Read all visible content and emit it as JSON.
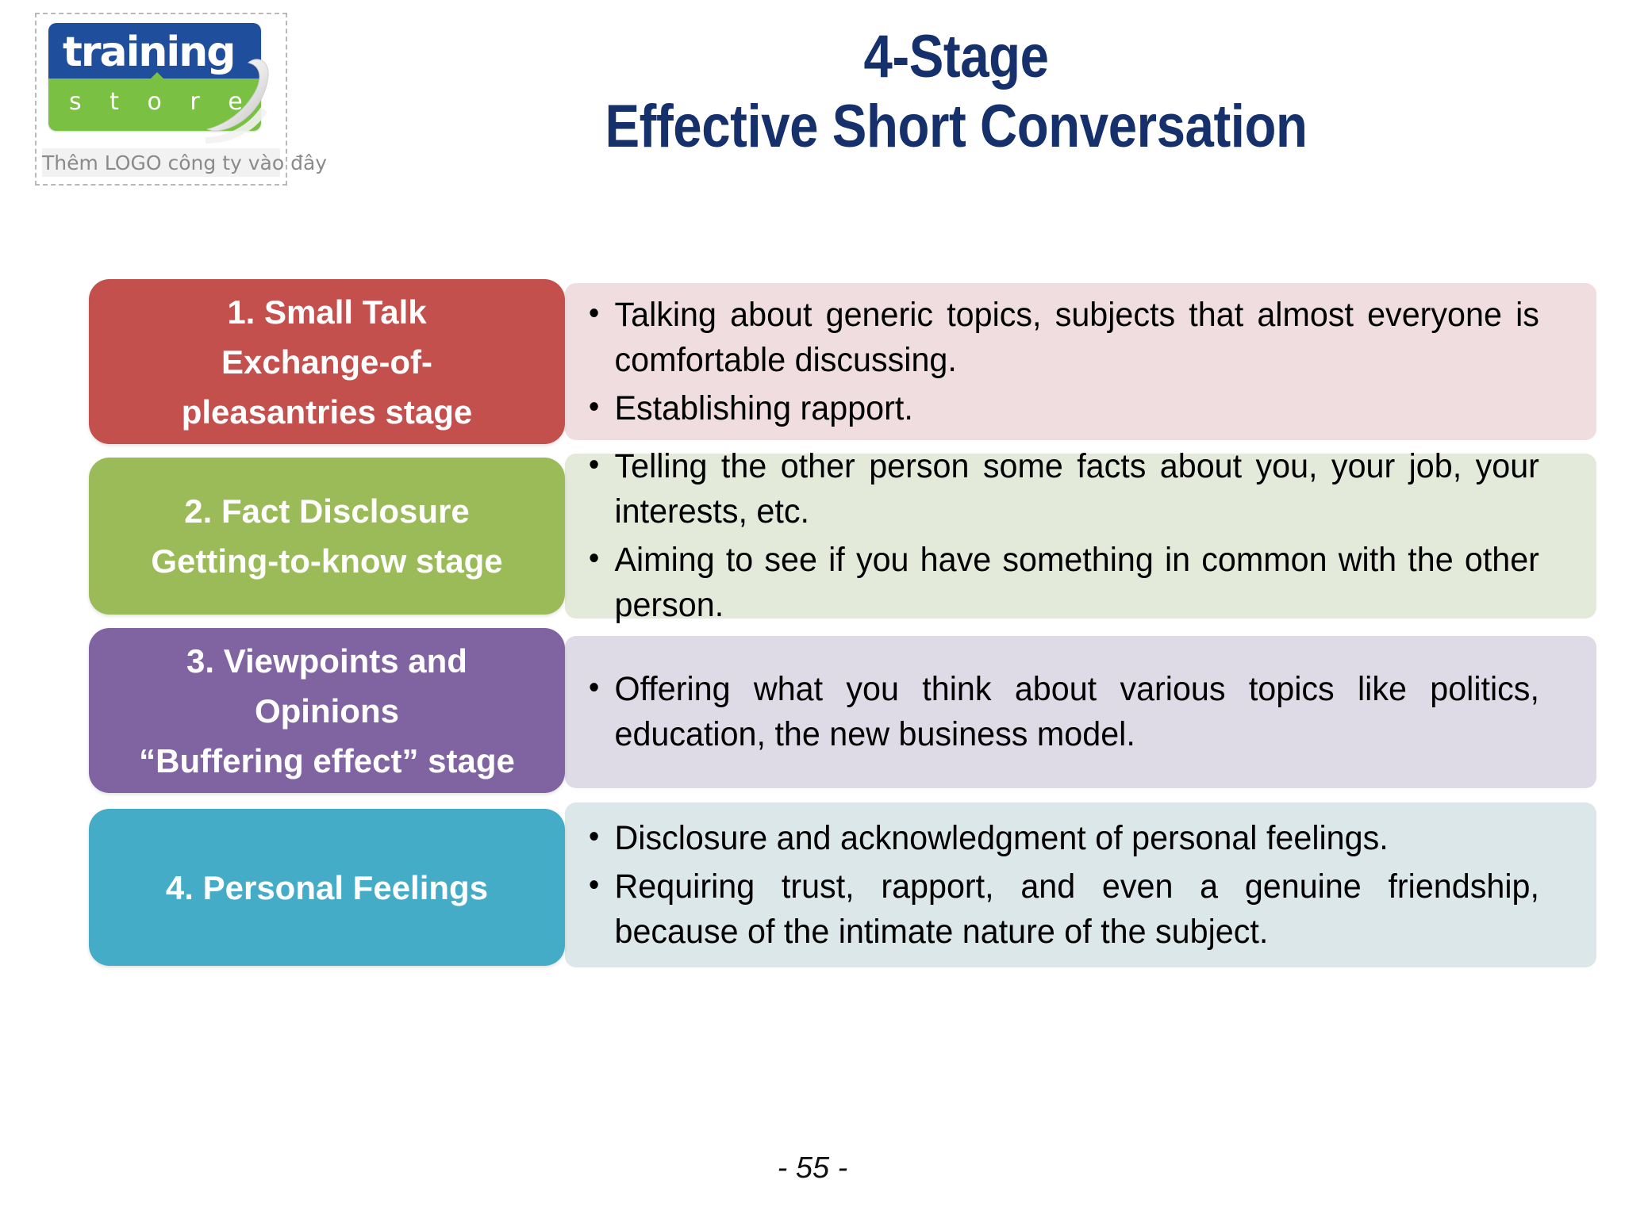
{
  "logo": {
    "word_top": "training",
    "word_bottom": "s t o r e",
    "caption": "Thêm LOGO công ty vào đây",
    "colors": {
      "blue": "#1F4E9C",
      "green": "#7AC143"
    }
  },
  "title": {
    "line1": "4-Stage",
    "line2": "Effective Short Conversation",
    "color": "#15306B"
  },
  "rows": [
    {
      "badge_label": "1. Small Talk\nExchange-of-\npleasantries stage",
      "badge_lines": [
        "1. Small Talk",
        "Exchange-of-",
        "pleasantries stage"
      ],
      "badge_color": "#C4504E",
      "panel_color": "#F0DDDF",
      "bullets": [
        "Talking about   generic topics, subjects that almost everyone is comfortable discussing.",
        "Establishing rapport."
      ]
    },
    {
      "badge_label": "2. Fact Disclosure\nGetting-to-know stage",
      "badge_lines": [
        "2. Fact Disclosure",
        "Getting-to-know stage"
      ],
      "badge_color": "#9BBB59",
      "panel_color": "#E4EADA",
      "bullets": [
        "Telling the other person some facts about you, your job, your interests, etc.",
        "Aiming to see if you have something in common with the other person."
      ]
    },
    {
      "badge_label": "3. Viewpoints and\nOpinions\n“Buffering effect” stage",
      "badge_lines": [
        "3. Viewpoints and",
        "Opinions",
        "“Buffering effect” stage"
      ],
      "badge_color": "#8064A2",
      "panel_color": "#DEDAE6",
      "bullets": [
        "Offering what you think about various topics like politics, education, the new business model."
      ]
    },
    {
      "badge_label": "4. Personal Feelings",
      "badge_lines": [
        "4. Personal Feelings"
      ],
      "badge_color": "#44ACC6",
      "panel_color": "#DCE7E9",
      "bullets": [
        "Disclosure and acknowledgment of personal feelings.",
        "Requiring trust, rapport, and even a genuine friendship, because of the intimate nature of the subject."
      ]
    }
  ],
  "footer": {
    "page_marker": "- 55 -"
  }
}
